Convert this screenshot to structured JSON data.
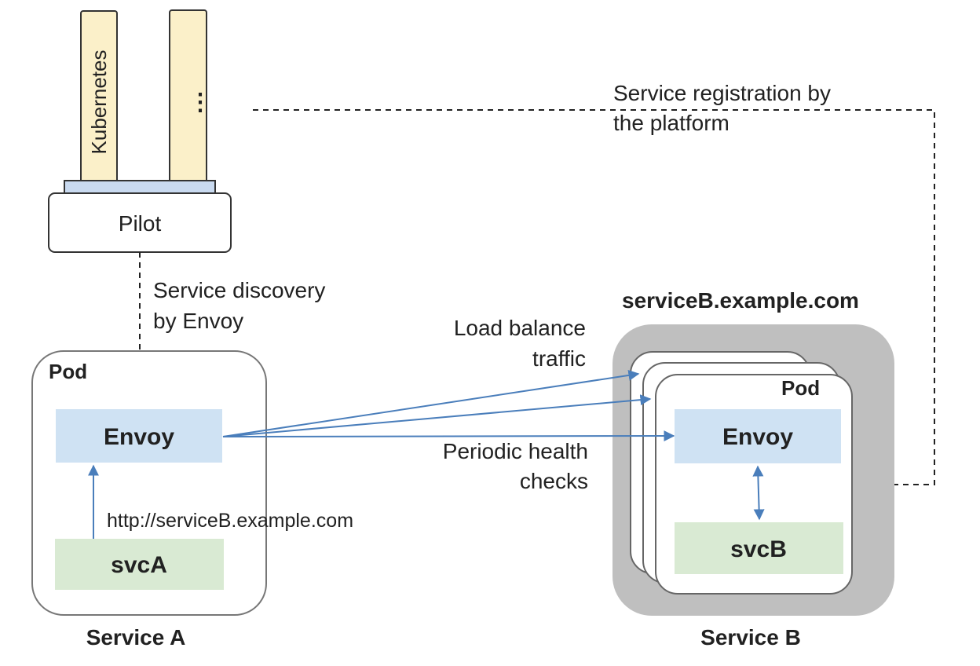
{
  "pillars": {
    "kubernetes_label": "Kubernetes",
    "more_label": "⋮"
  },
  "pilot": {
    "label": "Pilot"
  },
  "edges": {
    "service_registration_line1": "Service registration by",
    "service_registration_line2": "the platform",
    "service_discovery_line1": "Service discovery",
    "service_discovery_line2": "by Envoy",
    "load_balance_line1": "Load balance",
    "load_balance_line2": "traffic",
    "health_checks_line1": "Periodic health",
    "health_checks_line2": "checks",
    "request_url": "http://serviceB.example.com"
  },
  "service_a": {
    "pod_label": "Pod",
    "envoy_label": "Envoy",
    "svc_label": "svcA",
    "caption": "Service A"
  },
  "service_b": {
    "hostname": "serviceB.example.com",
    "pod_label": "Pod",
    "envoy_label": "Envoy",
    "svc_label": "svcB",
    "caption": "Service B"
  },
  "colors": {
    "pillar_fill": "#fbf0c9",
    "pillar_base": "#c9daf0",
    "envoy_fill": "#cfe2f3",
    "svc_fill": "#d9ead3",
    "cluster_fill": "#bfbfbf",
    "arrow": "#4a7ebb"
  }
}
